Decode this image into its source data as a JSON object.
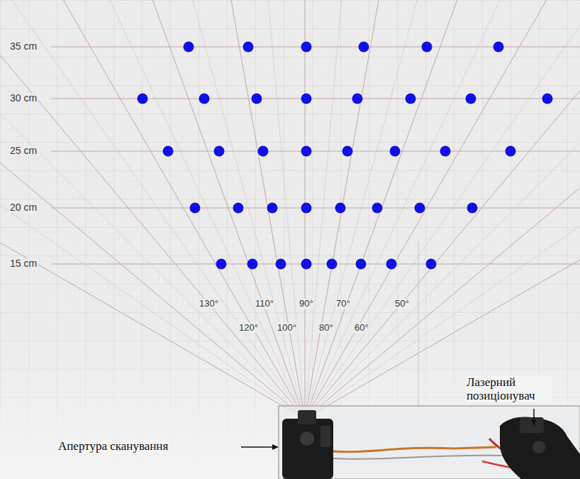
{
  "diagram": {
    "labels": [
      "35 cm",
      "30 cm",
      "25 cm",
      "20 cm",
      "15 cm",
      "130°",
      "110°",
      "90°",
      "70°",
      "50°",
      "120°",
      "100°",
      "80°",
      "60°",
      "Лазерний позиціонувач",
      "Апертура сканування"
    ]
  }
}
